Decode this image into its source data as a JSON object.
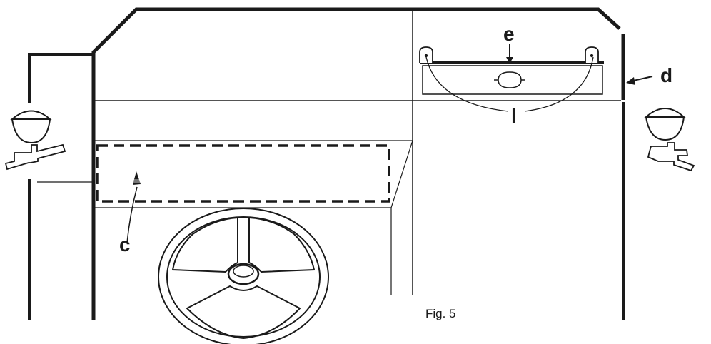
{
  "figure": {
    "caption": "Fig. 5",
    "labels": {
      "c": "c",
      "d": "d",
      "e": "e",
      "l": "l"
    }
  }
}
